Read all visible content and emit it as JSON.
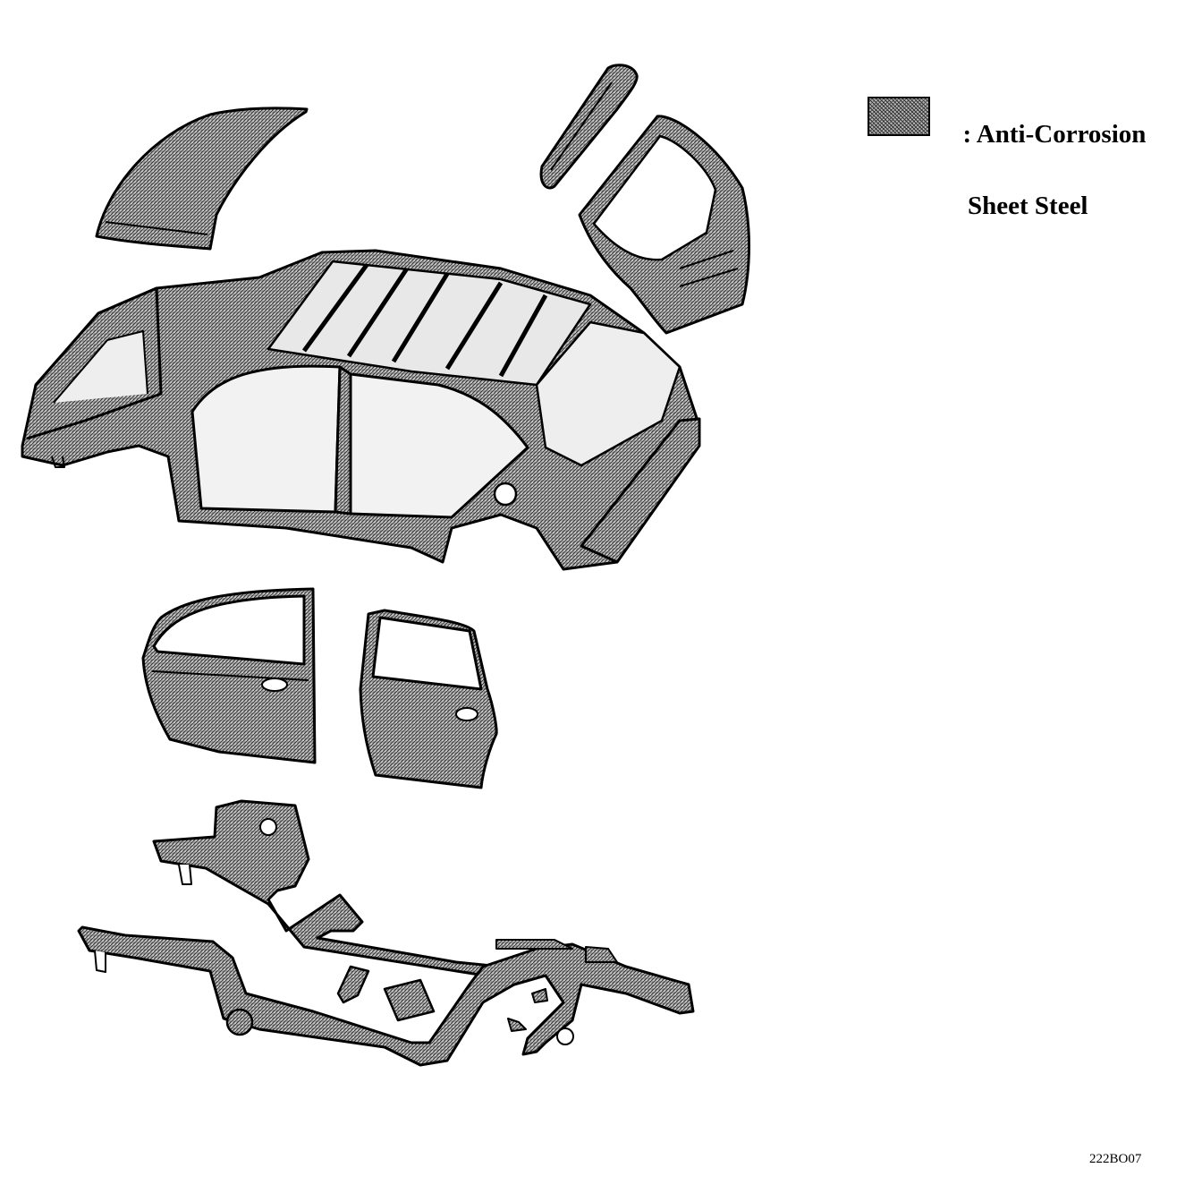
{
  "legend": {
    "line1": ": Anti-Corrosion",
    "line2": "Sheet Steel",
    "swatch_color": "#b9b9b9"
  },
  "figure_code": "222BO07",
  "parts": [
    "hood",
    "liftgate-glass-panel",
    "liftgate",
    "body-shell",
    "front-door",
    "rear-door",
    "front-underbody-frame",
    "lower-underbody-frame"
  ]
}
